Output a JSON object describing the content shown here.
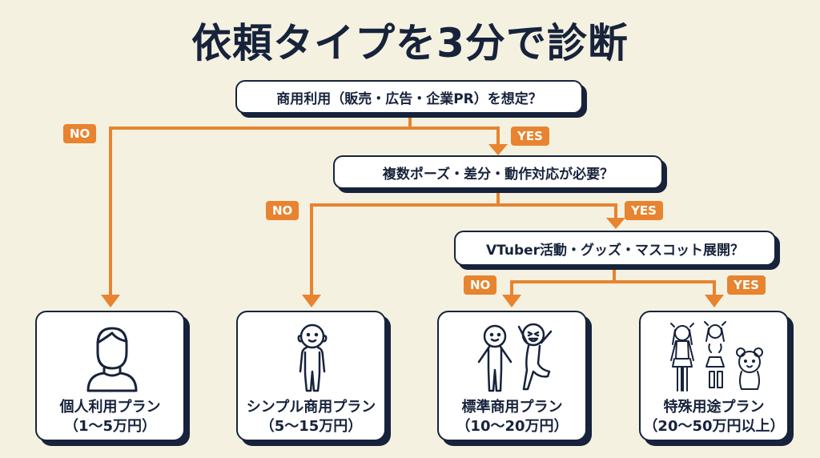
{
  "title": "依頼タイプを3分で診断",
  "questions": [
    {
      "text": "商用利用（販売・広告・企業PR）を想定？",
      "no": "NO",
      "yes": "YES"
    },
    {
      "text": "複数ポーズ・差分・動作対応が必要？",
      "no": "NO",
      "yes": "YES"
    },
    {
      "text": "VTuber活動・グッズ・マスコット展開？",
      "no": "NO",
      "yes": "YES"
    }
  ],
  "plans": [
    {
      "name": "個人利用プラン",
      "price": "（1〜5万円）",
      "icon": "person-bust-icon"
    },
    {
      "name": "シンプル商用プラン",
      "price": "（5〜15万円）",
      "icon": "simple-character-icon"
    },
    {
      "name": "標準商用プラン",
      "price": "（10〜20万円）",
      "icon": "multi-pose-character-icon"
    },
    {
      "name": "特殊用途プラン",
      "price": "（20〜50万円以上）",
      "icon": "vtuber-mascot-icon"
    }
  ],
  "colors": {
    "background": "#f4f1e1",
    "navy": "#17233b",
    "accent": "#e8832f"
  }
}
